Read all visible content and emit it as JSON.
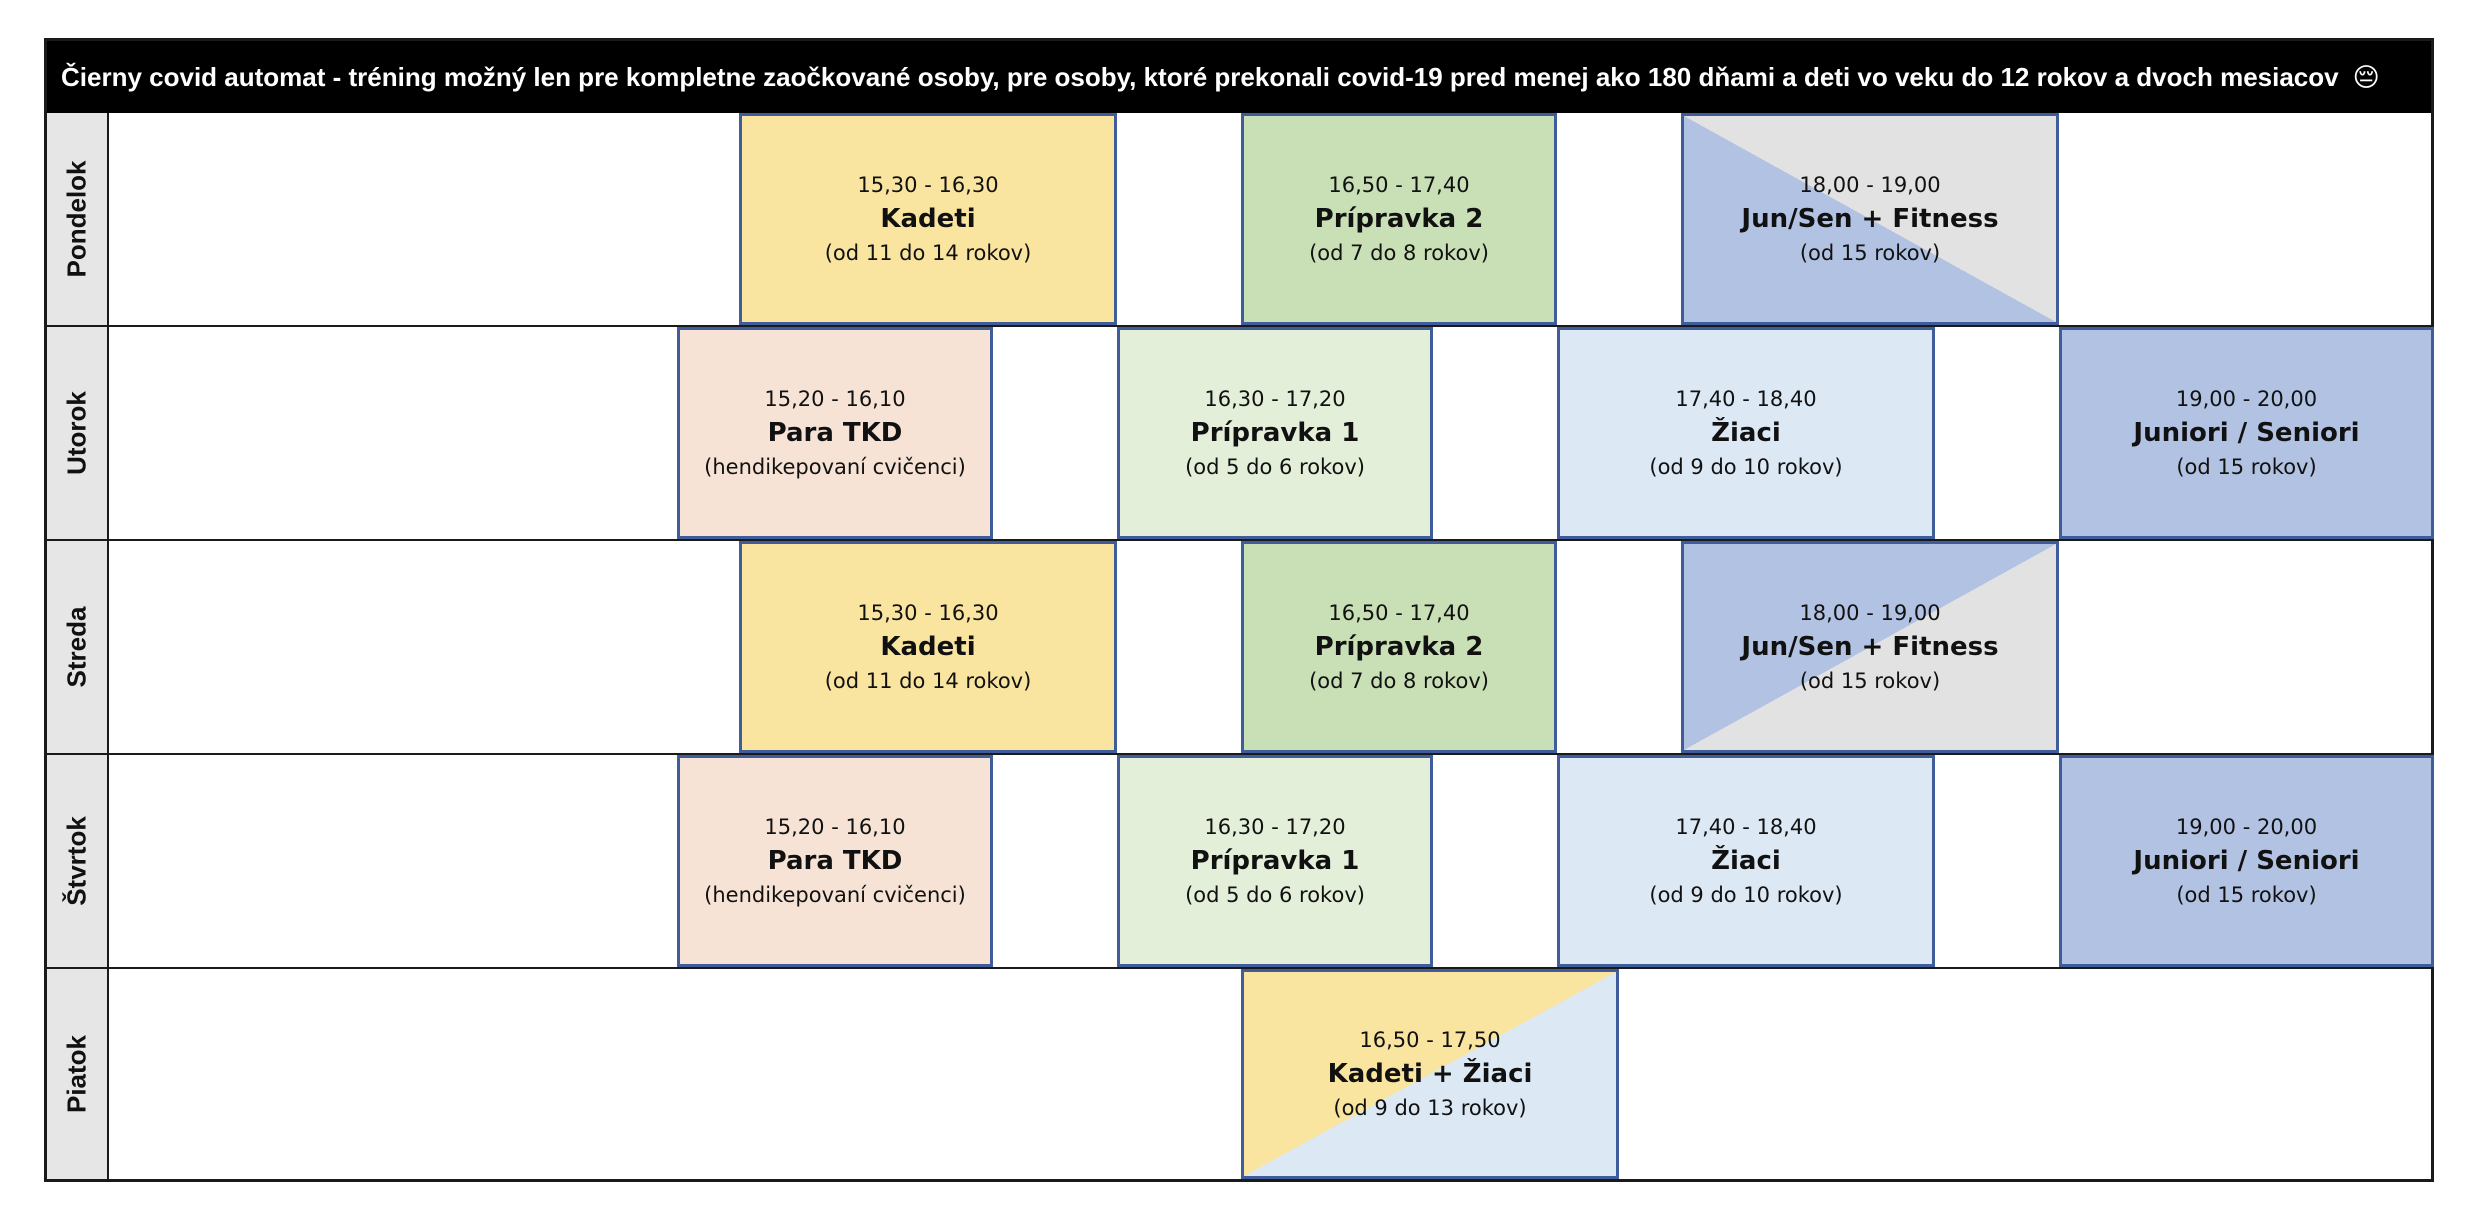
{
  "banner": {
    "text": "Čierny covid automat - tréning možný len pre kompletne zaočkované osoby, pre osoby, ktoré prekonali covid-19 pred menej ako 180 dňami a deti vo veku do 12 rokov a dvoch mesiacov",
    "emoji": "😔"
  },
  "days": [
    {
      "label": "Pondelok",
      "sessions": [
        {
          "time": "15,30 - 16,30",
          "name": "Kadeti",
          "age": "(od 11 do 14 rokov)"
        },
        {
          "time": "16,50 - 17,40",
          "name": "Prípravka 2",
          "age": "(od 7 do 8 rokov)"
        },
        {
          "time": "18,00 - 19,00",
          "name": "Jun/Sen + Fitness",
          "age": "(od 15 rokov)"
        }
      ]
    },
    {
      "label": "Utorok",
      "sessions": [
        {
          "time": "15,20 - 16,10",
          "name": "Para TKD",
          "age": "(hendikepovaní cvičenci)"
        },
        {
          "time": "16,30 - 17,20",
          "name": "Prípravka 1",
          "age": "(od 5 do 6 rokov)"
        },
        {
          "time": "17,40 - 18,40",
          "name": "Žiaci",
          "age": "(od 9 do 10 rokov)"
        },
        {
          "time": "19,00 - 20,00",
          "name": "Juniori / Seniori",
          "age": "(od 15 rokov)"
        }
      ]
    },
    {
      "label": "Streda",
      "sessions": [
        {
          "time": "15,30 - 16,30",
          "name": "Kadeti",
          "age": "(od 11 do 14 rokov)"
        },
        {
          "time": "16,50 - 17,40",
          "name": "Prípravka 2",
          "age": "(od 7 do 8 rokov)"
        },
        {
          "time": "18,00 - 19,00",
          "name": "Jun/Sen + Fitness",
          "age": "(od 15 rokov)"
        }
      ]
    },
    {
      "label": "Štvrtok",
      "sessions": [
        {
          "time": "15,20 - 16,10",
          "name": "Para TKD",
          "age": "(hendikepovaní cvičenci)"
        },
        {
          "time": "16,30 - 17,20",
          "name": "Prípravka 1",
          "age": "(od 5 do 6 rokov)"
        },
        {
          "time": "17,40 - 18,40",
          "name": "Žiaci",
          "age": "(od 9 do 10 rokov)"
        },
        {
          "time": "19,00 - 20,00",
          "name": "Juniori / Seniori",
          "age": "(od 15 rokov)"
        }
      ]
    },
    {
      "label": "Piatok",
      "sessions": [
        {
          "time": "16,50 - 17,50",
          "name": "Kadeti + Žiaci",
          "age": "(od 9 do 13 rokov)"
        }
      ]
    }
  ]
}
